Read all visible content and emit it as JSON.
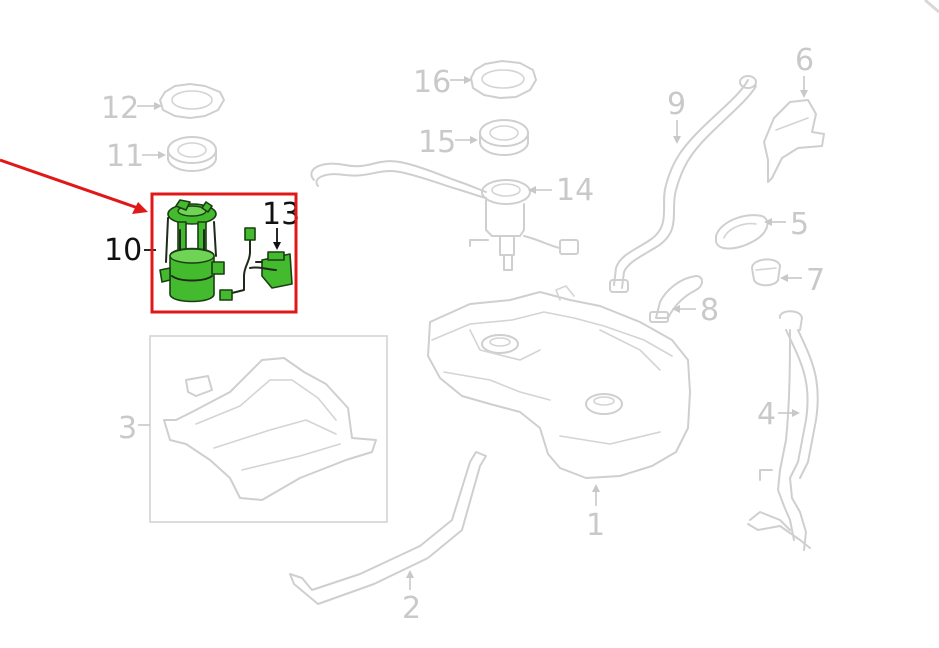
{
  "colors": {
    "highlight_box": "#e01818",
    "pointer_arrow": "#e01818",
    "highlighted_part": "#44bb2e",
    "inactive_part": "#cfcfcf",
    "inactive_label": "#c9c9c9",
    "active_label": "#111111"
  },
  "callouts": {
    "c1": "1",
    "c2": "2",
    "c3": "3",
    "c4": "4",
    "c5": "5",
    "c6": "6",
    "c7": "7",
    "c8": "8",
    "c9": "9",
    "c10": "10",
    "c11": "11",
    "c12": "12",
    "c13": "13",
    "c14": "14",
    "c15": "15",
    "c16": "16"
  },
  "highlighted": [
    "10",
    "13"
  ]
}
